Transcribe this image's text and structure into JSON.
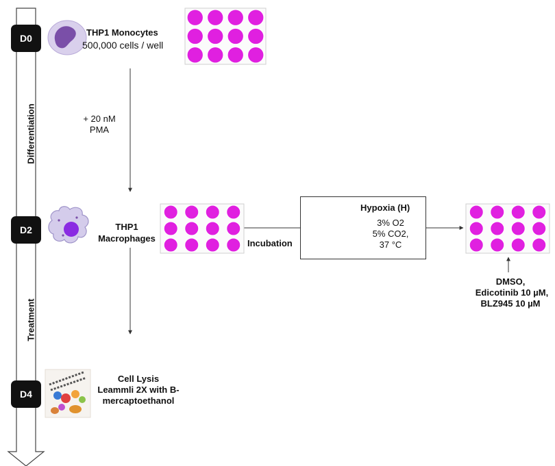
{
  "timeline": {
    "days": [
      "D0",
      "D2",
      "D4"
    ],
    "phases": [
      "Differentiation",
      "Treatment"
    ]
  },
  "steps": {
    "monocytes": {
      "title": "THP1 Monocytes",
      "subtitle": "500,000 cells / well"
    },
    "pma": {
      "line1": "+ 20 nM",
      "line2": "PMA"
    },
    "macrophages": {
      "line1": "THP1",
      "line2": "Macrophages"
    },
    "incubation": "Incubation",
    "hypoxia": {
      "title": "Hypoxia (H)",
      "line1": "3% O2",
      "line2": "5% CO2,",
      "line3": "37 °C"
    },
    "treatment": {
      "line1": "DMSO,",
      "line2": "Edicotinib 10 µM,",
      "line3": "BLZ945 10 µM"
    },
    "lysis": {
      "line1": "Cell Lysis",
      "line2": "Leammli 2X with B-",
      "line3": "mercaptoethanol"
    }
  },
  "icons": [
    "monocyte-cell-icon",
    "macrophage-cell-icon",
    "lysis-proteins-icon",
    "incubator-icon",
    "well-plate-icon"
  ],
  "colors": {
    "well": "#e020e0",
    "day_badge": "#111111",
    "cell_monocyte": "#7a4fa8",
    "cell_macrophage": "#8a5cd8"
  }
}
